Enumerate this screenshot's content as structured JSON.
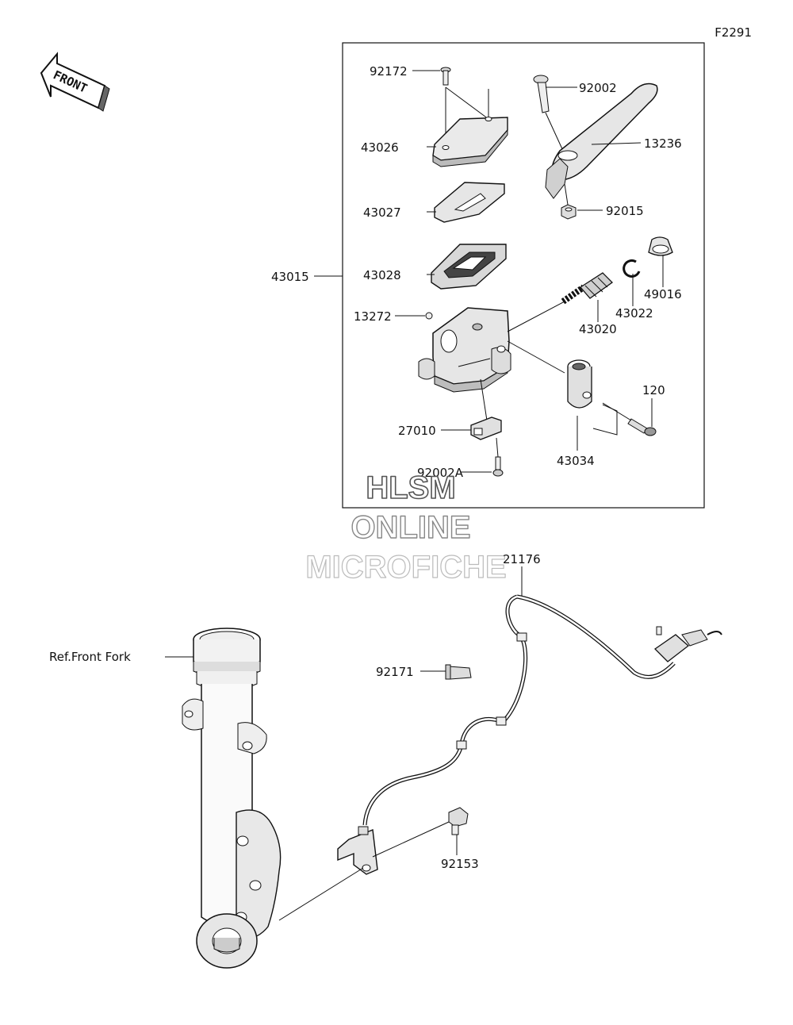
{
  "figure_code": "F2291",
  "front_arrow_text": "FRONT",
  "watermark": {
    "line1": "HLSM",
    "line2": "ONLINE",
    "line3": "MICROFICHE"
  },
  "assembly_label": "43015",
  "reference_label": "Ref.Front Fork",
  "parts": {
    "p92172": "92172",
    "p43026": "43026",
    "p43027": "43027",
    "p43028": "43028",
    "p13272": "13272",
    "p27010": "27010",
    "p92002A": "92002A",
    "p92002": "92002",
    "p13236": "13236",
    "p92015": "92015",
    "p49016": "49016",
    "p43022": "43022",
    "p43020": "43020",
    "p120": "120",
    "p43034": "43034",
    "p21176": "21176",
    "p92171": "92171",
    "p92153": "92153"
  },
  "colors": {
    "line": "#111111",
    "part_fill": "#e6e6e6",
    "watermark_stroke": "#555555"
  }
}
